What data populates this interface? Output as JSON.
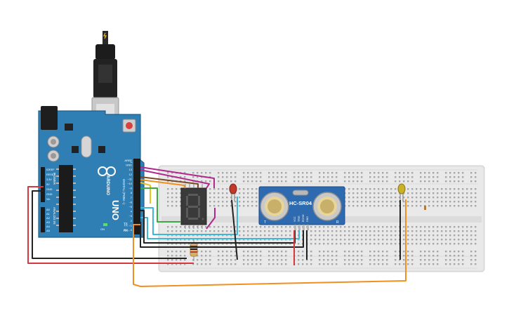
{
  "arduino": {
    "brand": "ARDUINO",
    "model": "UNO",
    "digital_label": "DIGITAL (PWM ~)",
    "analog_label": "ANALOG IN",
    "power_label": "POWER",
    "tx_label": "TX",
    "rx_label": "RX",
    "led_l": "L",
    "on_label": "ON",
    "top_pins": [
      "AREF",
      "GND",
      "13",
      "12",
      "~11",
      "~10",
      "~9",
      "8",
      "7",
      "~6",
      "~5",
      "4",
      "~3",
      "2",
      "TX→1",
      "RX←0"
    ],
    "power_pins": [
      "IOREF",
      "RESET",
      "3.3V",
      "5V",
      "GND",
      "GND",
      "Vin"
    ],
    "analog_pins": [
      "A0",
      "A1",
      "A2",
      "A3",
      "A4",
      "A5"
    ]
  },
  "sensor": {
    "label": "HC-SR04",
    "pins": [
      "VCC",
      "TRIG",
      "ECHO",
      "GND"
    ],
    "corner_left": "T",
    "corner_right": "R"
  },
  "components": {
    "display": "seven-segment-display",
    "red_led": "#c0392b",
    "yellow_led": "#c9b227",
    "resistor": "resistor"
  },
  "colors": {
    "board": "#2f7fb5",
    "breadboard": "#e6e6e6",
    "wire_red": "#d9363e",
    "wire_black": "#222222",
    "wire_orange": "#f0901e",
    "wire_magenta": "#b0288c",
    "wire_cyan": "#3fb7d6",
    "wire_green": "#3ea845",
    "wire_brown": "#7a4a25",
    "wire_yellow": "#e8c21a"
  }
}
